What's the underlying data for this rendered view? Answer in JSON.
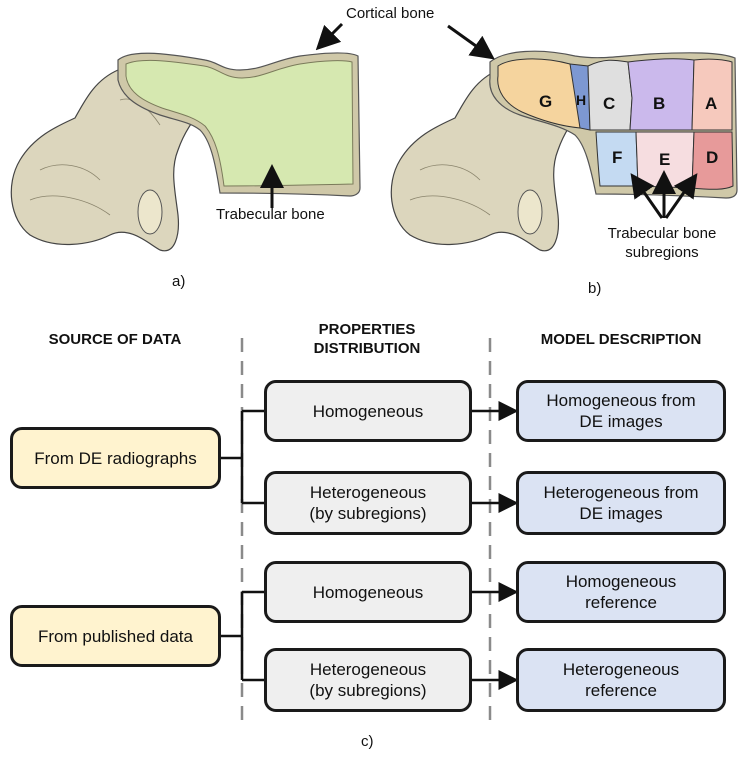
{
  "figure_a": {
    "cortical_label": "Cortical bone",
    "trabecular_label": "Trabecular bone",
    "caption": "a)"
  },
  "figure_b": {
    "subregion_letters": [
      "A",
      "B",
      "C",
      "D",
      "E",
      "F",
      "G",
      "H"
    ],
    "subregions_label_line1": "Trabecular bone",
    "subregions_label_line2": "subregions",
    "caption": "b)"
  },
  "diagram": {
    "headers": {
      "source": "SOURCE OF DATA",
      "properties_line1": "PROPERTIES",
      "properties_line2": "DISTRIBUTION",
      "model": "MODEL DESCRIPTION"
    },
    "sources": [
      "From DE radiographs",
      "From published data"
    ],
    "properties": [
      {
        "line1": "Homogeneous",
        "line2": ""
      },
      {
        "line1": "Heterogeneous",
        "line2": "(by subregions)"
      },
      {
        "line1": "Homogeneous",
        "line2": ""
      },
      {
        "line1": "Heterogeneous",
        "line2": "(by subregions)"
      }
    ],
    "models": [
      {
        "line1": "Homogeneous from",
        "line2": "DE images"
      },
      {
        "line1": "Heterogeneous from",
        "line2": "DE images"
      },
      {
        "line1": "Homogeneous",
        "line2": "reference"
      },
      {
        "line1": "Heterogeneous",
        "line2": "reference"
      }
    ],
    "caption": "c)"
  },
  "colors": {
    "bone": "#dcd6bd",
    "trabecular": "#d6e8b0",
    "source_box": "#fff3cf",
    "property_box": "#efefef",
    "model_box": "#dbe3f3",
    "region_A": "#f6c9bd",
    "region_B": "#cbb9ec",
    "region_C": "#dfdfdf",
    "region_D": "#e79a9a",
    "region_E": "#f6dde0",
    "region_F": "#c4daf2",
    "region_G": "#f5d49e",
    "region_H": "#7d98d2"
  }
}
